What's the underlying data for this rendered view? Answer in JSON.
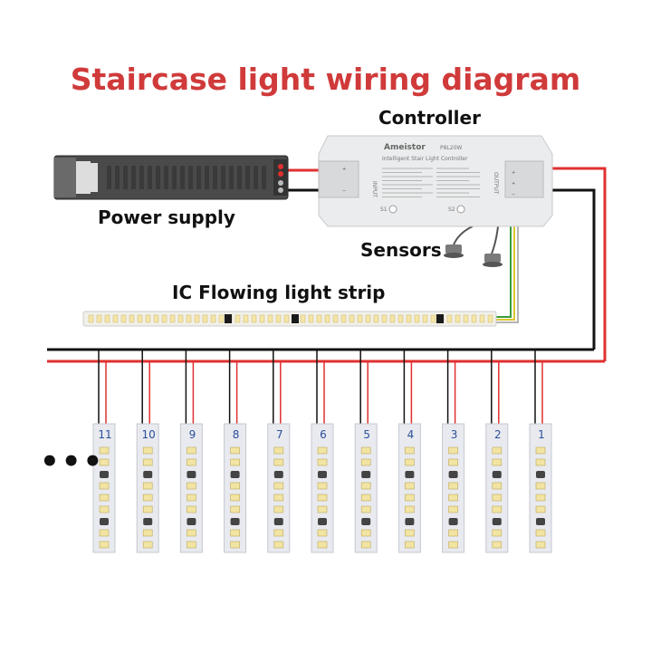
{
  "title": "Staircase light wiring diagram",
  "labels": {
    "controller": "Controller",
    "power_supply": "Power supply",
    "sensors": "Sensors",
    "ic_strip": "IC Flowing  light strip"
  },
  "controller_face": {
    "brand": "Ameistor",
    "model": "P8L20W",
    "subtitle": "Intelligent Stair Light Controller",
    "input": "INPUT",
    "output": "OUTPUT",
    "s1": "S1",
    "s2": "S2"
  },
  "strips": [
    "11",
    "10",
    "9",
    "8",
    "7",
    "6",
    "5",
    "4",
    "3",
    "2",
    "1"
  ],
  "ellipsis": "•••",
  "colors": {
    "title": "#d03a3a",
    "wire_red": "#e03030",
    "wire_black": "#111111",
    "strip_number": "#2a4f9a"
  }
}
